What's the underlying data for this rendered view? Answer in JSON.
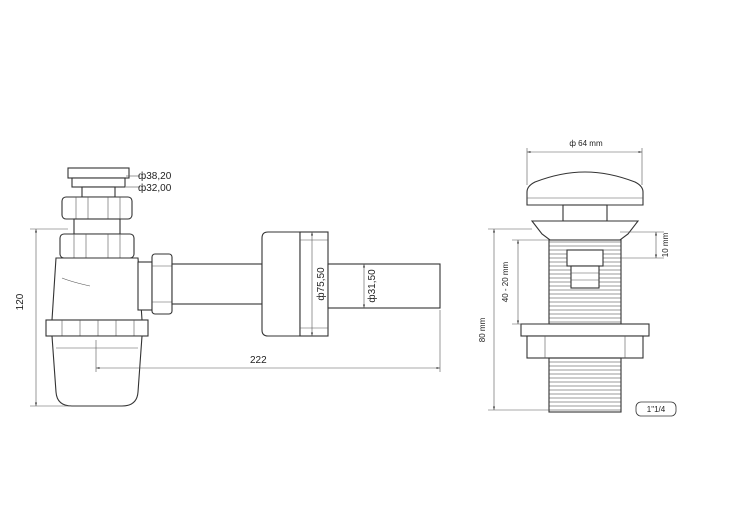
{
  "siphon": {
    "dim_38": "ф38,20",
    "dim_32": "ф32,00",
    "dim_120": "120",
    "dim_222": "222",
    "dim_75": "ф75,50",
    "dim_31": "ф31,50"
  },
  "valve": {
    "dim_64": "ф 64 mm",
    "dim_10": "10 mm",
    "dim_40_20": "40 - 20 mm",
    "dim_80": "80 mm",
    "thread": "1\"1/4"
  },
  "colors": {
    "line": "#333333",
    "fill": "#ffffff"
  }
}
